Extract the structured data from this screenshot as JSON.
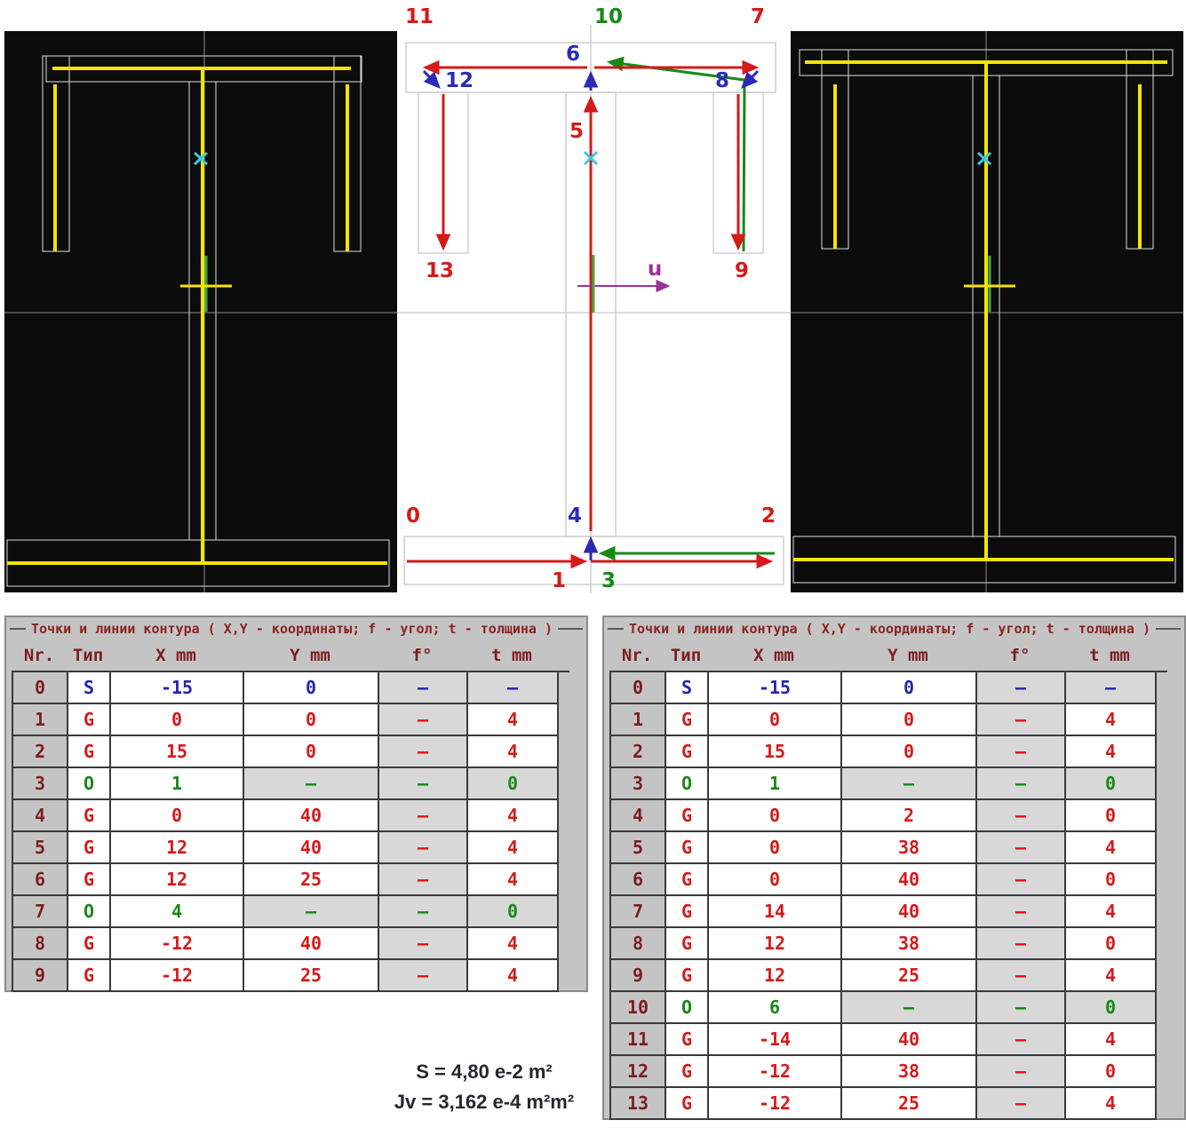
{
  "colors": {
    "segment_red": "#d51a1a",
    "jump_green": "#168a16",
    "zero_thickness_blue": "#2b2bb5",
    "axis_purple": "#993399",
    "marker_cyan": "#3cc8dc",
    "midline_yellow": "#f5e400",
    "table_header_text": "#7b1e1e",
    "panel_black": "#0c0c0c"
  },
  "diagram": {
    "point_labels": [
      "0",
      "1",
      "2",
      "3",
      "4",
      "5",
      "6",
      "7",
      "8",
      "9",
      "10",
      "11",
      "12",
      "13"
    ],
    "u_axis_label": "u"
  },
  "tables": [
    {
      "title": "Точки и линии контура ( X,Y - координаты; f - угол; t - толщина )",
      "headers": [
        "Nr.",
        "Тип",
        "X mm",
        "Y mm",
        "f°",
        "t mm"
      ],
      "rows": [
        {
          "nr": "0",
          "type": "S",
          "x": "-15",
          "y": "0",
          "f": "–",
          "t": "–"
        },
        {
          "nr": "1",
          "type": "G",
          "x": "0",
          "y": "0",
          "f": "–",
          "t": "4"
        },
        {
          "nr": "2",
          "type": "G",
          "x": "15",
          "y": "0",
          "f": "–",
          "t": "4"
        },
        {
          "nr": "3",
          "type": "O",
          "x": "1",
          "y": "–",
          "f": "–",
          "t": "0"
        },
        {
          "nr": "4",
          "type": "G",
          "x": "0",
          "y": "40",
          "f": "–",
          "t": "4"
        },
        {
          "nr": "5",
          "type": "G",
          "x": "12",
          "y": "40",
          "f": "–",
          "t": "4"
        },
        {
          "nr": "6",
          "type": "G",
          "x": "12",
          "y": "25",
          "f": "–",
          "t": "4"
        },
        {
          "nr": "7",
          "type": "O",
          "x": "4",
          "y": "–",
          "f": "–",
          "t": "0"
        },
        {
          "nr": "8",
          "type": "G",
          "x": "-12",
          "y": "40",
          "f": "–",
          "t": "4"
        },
        {
          "nr": "9",
          "type": "G",
          "x": "-12",
          "y": "25",
          "f": "–",
          "t": "4"
        }
      ]
    },
    {
      "title": "Точки и линии контура ( X,Y - координаты; f - угол; t - толщина )",
      "headers": [
        "Nr.",
        "Тип",
        "X mm",
        "Y mm",
        "f°",
        "t mm"
      ],
      "rows": [
        {
          "nr": "0",
          "type": "S",
          "x": "-15",
          "y": "0",
          "f": "–",
          "t": "–"
        },
        {
          "nr": "1",
          "type": "G",
          "x": "0",
          "y": "0",
          "f": "–",
          "t": "4"
        },
        {
          "nr": "2",
          "type": "G",
          "x": "15",
          "y": "0",
          "f": "–",
          "t": "4"
        },
        {
          "nr": "3",
          "type": "O",
          "x": "1",
          "y": "–",
          "f": "–",
          "t": "0"
        },
        {
          "nr": "4",
          "type": "G",
          "x": "0",
          "y": "2",
          "f": "–",
          "t": "0"
        },
        {
          "nr": "5",
          "type": "G",
          "x": "0",
          "y": "38",
          "f": "–",
          "t": "4"
        },
        {
          "nr": "6",
          "type": "G",
          "x": "0",
          "y": "40",
          "f": "–",
          "t": "0"
        },
        {
          "nr": "7",
          "type": "G",
          "x": "14",
          "y": "40",
          "f": "–",
          "t": "4"
        },
        {
          "nr": "8",
          "type": "G",
          "x": "12",
          "y": "38",
          "f": "–",
          "t": "0"
        },
        {
          "nr": "9",
          "type": "G",
          "x": "12",
          "y": "25",
          "f": "–",
          "t": "4"
        },
        {
          "nr": "10",
          "type": "O",
          "x": "6",
          "y": "–",
          "f": "–",
          "t": "0"
        },
        {
          "nr": "11",
          "type": "G",
          "x": "-14",
          "y": "40",
          "f": "–",
          "t": "4"
        },
        {
          "nr": "12",
          "type": "G",
          "x": "-12",
          "y": "38",
          "f": "–",
          "t": "0"
        },
        {
          "nr": "13",
          "type": "G",
          "x": "-12",
          "y": "25",
          "f": "–",
          "t": "4"
        }
      ]
    }
  ],
  "stats": {
    "area": "S = 4,80 e-2 m²",
    "torsion": "Jv = 3,162 e-4 m²m²"
  }
}
